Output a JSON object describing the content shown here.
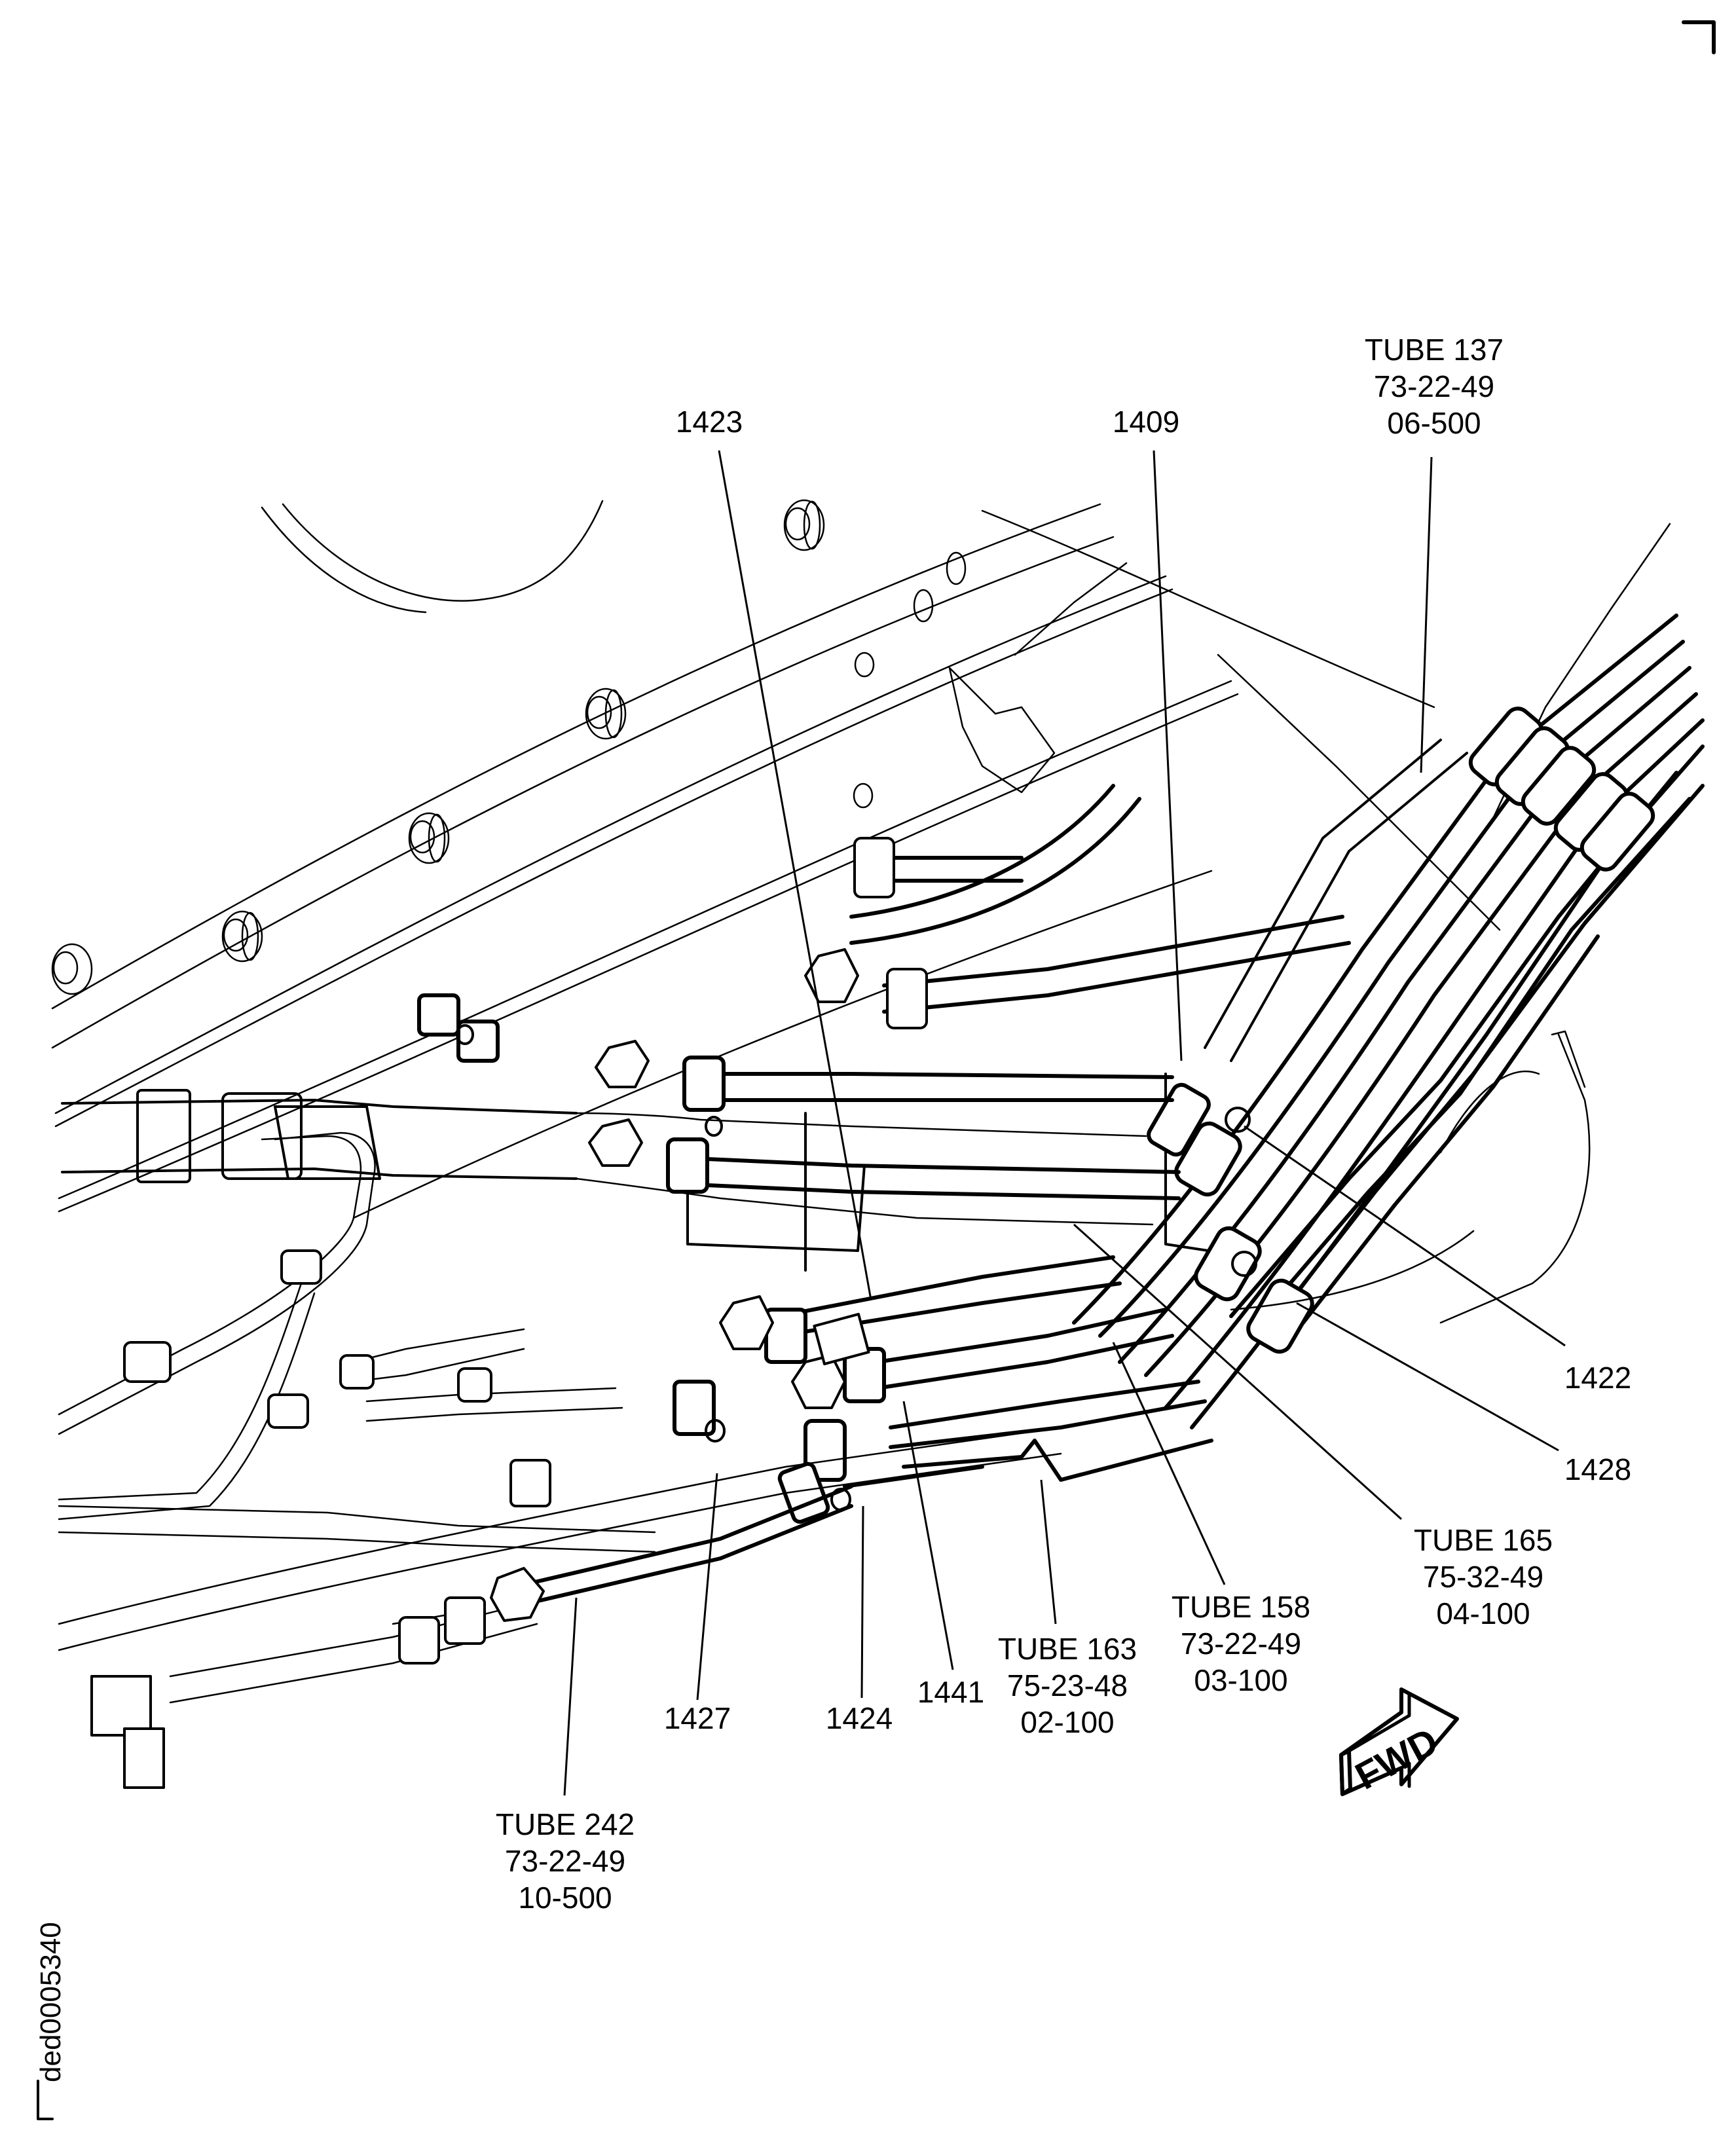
{
  "figure": {
    "id": "ded0005340",
    "subject": "engine tube routing illustration"
  },
  "callouts": {
    "tube137": {
      "title": "TUBE 137",
      "ref": "73-22-49",
      "sub": "06-500"
    },
    "tube165": {
      "title": "TUBE 165",
      "ref": "75-32-49",
      "sub": "04-100"
    },
    "tube158": {
      "title": "TUBE 158",
      "ref": "73-22-49",
      "sub": "03-100"
    },
    "tube163": {
      "title": "TUBE 163",
      "ref": "75-23-48",
      "sub": "02-100"
    },
    "tube242": {
      "title": "TUBE 242",
      "ref": "73-22-49",
      "sub": "10-500"
    },
    "item1423": "1423",
    "item1409": "1409",
    "item1422": "1422",
    "item1428": "1428",
    "item1427": "1427",
    "item1424": "1424",
    "item1441": "1441"
  },
  "orientation": {
    "arrow_label": "FWD",
    "icon": "forward-direction-arrow-icon"
  }
}
